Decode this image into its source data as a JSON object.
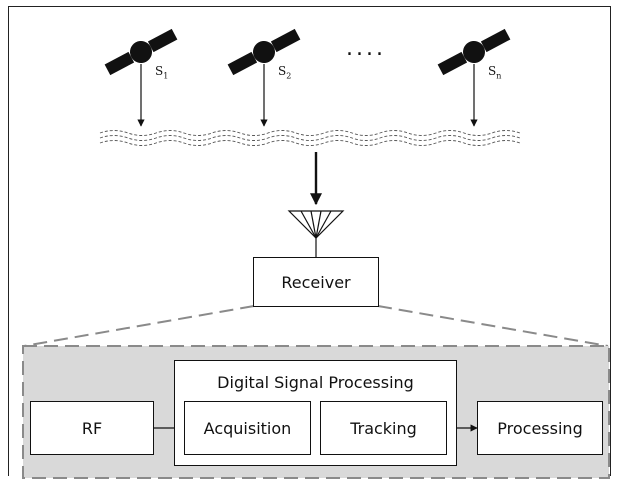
{
  "satellites": {
    "s1": {
      "letter": "S",
      "index": "1"
    },
    "s2": {
      "letter": "S",
      "index": "2"
    },
    "sn": {
      "letter": "S",
      "index": "n"
    },
    "ellipsis": "...."
  },
  "receiver": {
    "label": "Receiver"
  },
  "blocks": {
    "rf": "RF",
    "dsp_title": "Digital Signal Processing",
    "acquisition": "Acquisition",
    "tracking": "Tracking",
    "processing": "Processing"
  },
  "colors": {
    "line": "#111111",
    "panel_fill": "#d9d9d9",
    "panel_border": "#8a8a8a",
    "box_fill": "#ffffff"
  }
}
